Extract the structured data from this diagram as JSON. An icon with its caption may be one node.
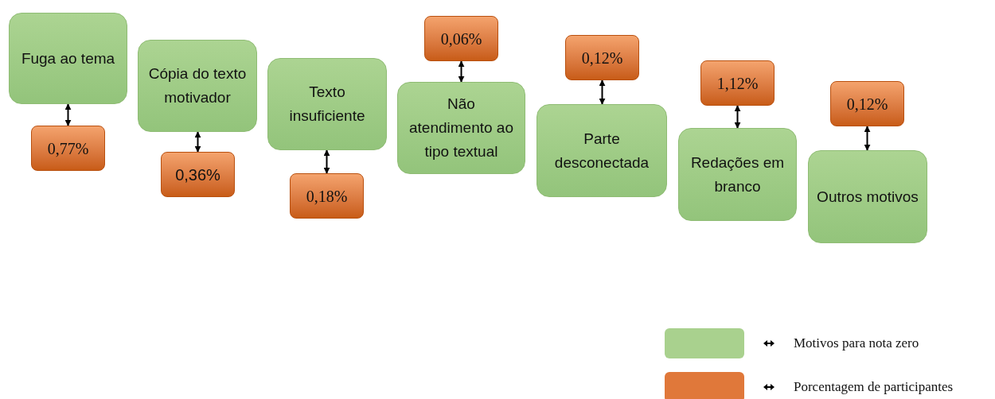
{
  "diagram": {
    "nodes": [
      {
        "text": [
          "Fuga ao tema"
        ]
      },
      {
        "text": [
          "0,77%"
        ]
      },
      {
        "text": [
          "Cópia do texto motivador"
        ]
      },
      {
        "text": [
          "0,36%"
        ]
      },
      {
        "text": [
          "Texto insuficiente"
        ]
      },
      {
        "text": [
          "0,18%"
        ]
      },
      {
        "text": [
          "0,06%"
        ]
      },
      {
        "text": [
          "Não atendimento ao tipo textual"
        ]
      },
      {
        "text": [
          "0,12%"
        ]
      },
      {
        "text": [
          "Parte desconectada"
        ]
      },
      {
        "text": [
          "1,12%"
        ]
      },
      {
        "text": [
          "Redações em branco"
        ]
      },
      {
        "text": [
          "0,12%"
        ]
      },
      {
        "text": [
          "Outros motivos"
        ]
      }
    ],
    "edges": [
      {
        "from": 0,
        "to": 1,
        "arrow": "both"
      },
      {
        "from": 2,
        "to": 3,
        "arrow": "both"
      },
      {
        "from": 4,
        "to": 5,
        "arrow": "both"
      },
      {
        "from": 7,
        "to": 6,
        "arrow": "both"
      },
      {
        "from": 9,
        "to": 8,
        "arrow": "both"
      },
      {
        "from": 11,
        "to": 10,
        "arrow": "both"
      },
      {
        "from": 13,
        "to": 12,
        "arrow": "both"
      }
    ],
    "legend": [
      {
        "text": "Motivos para nota zero",
        "color": "#a9d18e"
      },
      {
        "text": "Porcentagem de participantes",
        "color": "#e0783a"
      }
    ]
  }
}
